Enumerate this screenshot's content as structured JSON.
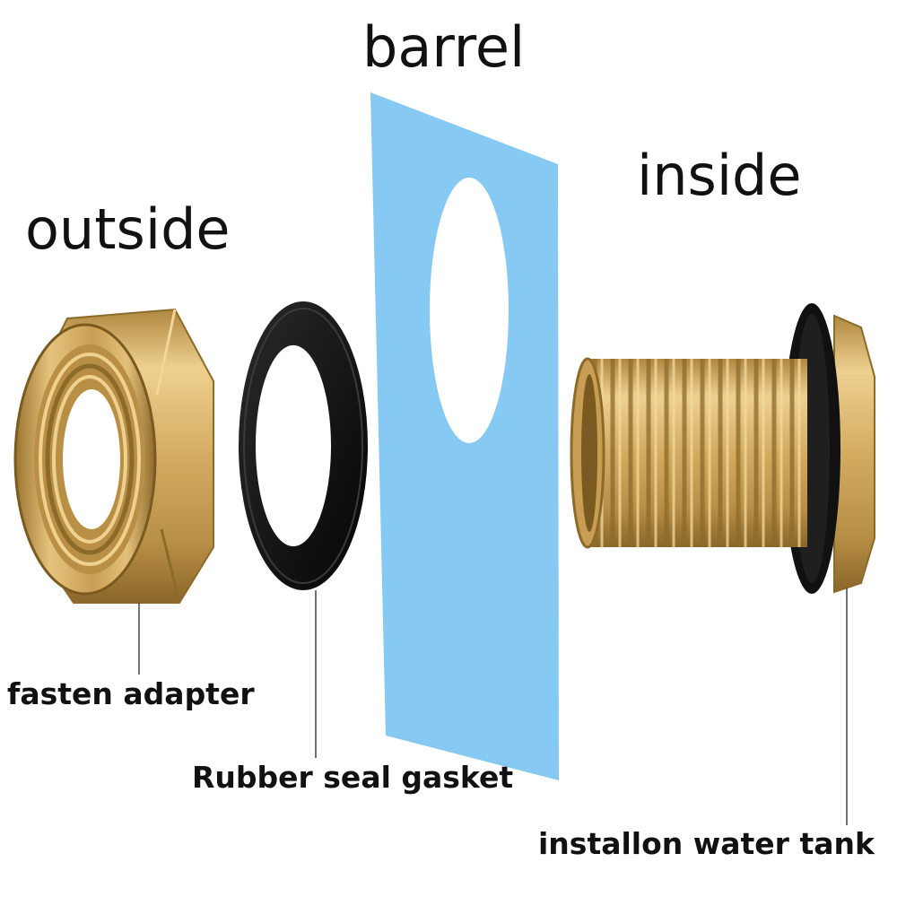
{
  "labels": {
    "barrel": "barrel",
    "inside": "inside",
    "outside": "outside",
    "fasten_adapter": "fasten adapter",
    "rubber_seal_gasket": "Rubber seal gasket",
    "install_water_tank": "installon water tank"
  },
  "colors": {
    "panel": "#86C9F3",
    "brass_light": "#E9C983",
    "brass_mid": "#C9A15A",
    "brass_dark": "#8C6A2A",
    "rubber": "#151515",
    "leader_line": "#444444"
  },
  "parts": [
    {
      "name": "fasten-adapter",
      "icon": "hex-nut-icon"
    },
    {
      "name": "rubber-seal-gasket",
      "icon": "ring-gasket-icon"
    },
    {
      "name": "barrel-wall",
      "icon": "panel-with-hole-icon"
    },
    {
      "name": "threaded-fitting",
      "icon": "threaded-pipe-icon"
    }
  ]
}
